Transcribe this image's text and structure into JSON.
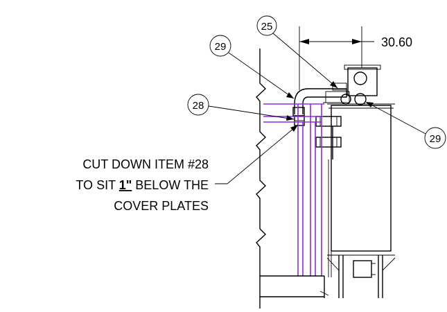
{
  "dimension": {
    "value": "30.60"
  },
  "balloons": [
    {
      "label": "25"
    },
    {
      "label": "29"
    },
    {
      "label": "28"
    },
    {
      "label": "29"
    }
  ],
  "note": {
    "line1": "CUT DOWN ITEM #28",
    "line2_prefix": "TO SIT ",
    "line2_emph": "1\"",
    "line2_suffix": " BELOW THE",
    "line3": "COVER PLATES"
  },
  "colors": {
    "line": "#000000",
    "highlight": "#8a2be2"
  }
}
